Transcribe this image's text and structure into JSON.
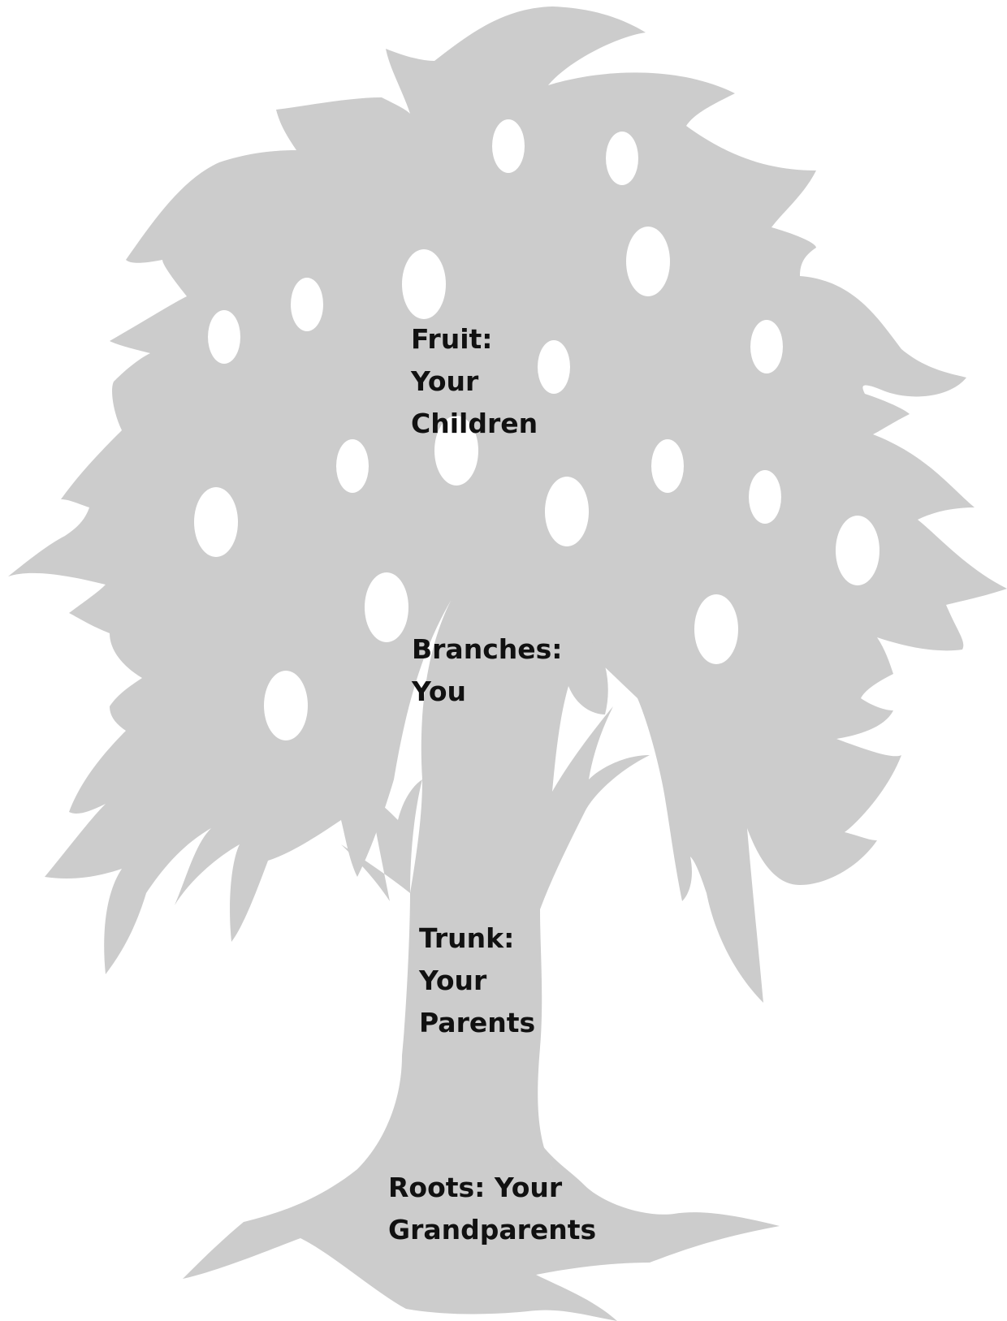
{
  "colors": {
    "tree": "#cccccc",
    "fruit": "#ffffff",
    "text": "#111111"
  },
  "labels": {
    "fruit": {
      "lines": [
        "Fruit:",
        "Your",
        "Children"
      ]
    },
    "branches": {
      "lines": [
        "Branches:",
        "You"
      ]
    },
    "trunk": {
      "lines": [
        "Trunk:",
        "Your",
        "Parents"
      ]
    },
    "roots": {
      "lines": [
        "Roots: Your",
        "Grandparents"
      ]
    }
  }
}
